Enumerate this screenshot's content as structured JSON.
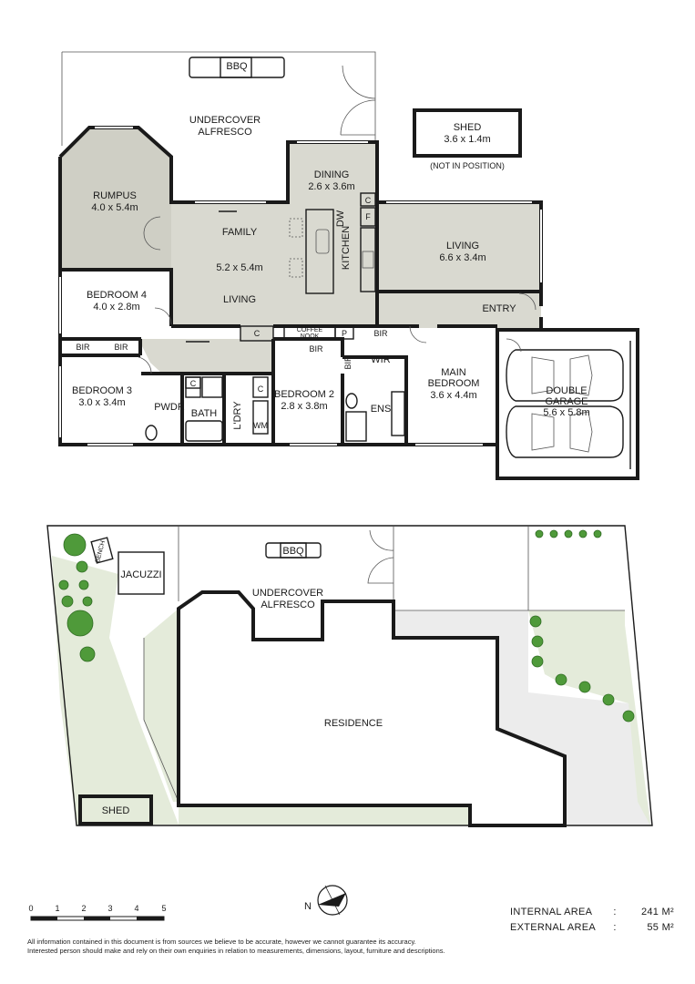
{
  "colors": {
    "room_fill": "#d9d9d0",
    "rumpus_fill": "#cfcfc5",
    "lawn": "#e4ebda",
    "paving": "#ececec",
    "tree": "#4f9a3a",
    "jacuzzi": "#dde8f3"
  },
  "floorplan": {
    "rooms": {
      "bbq": "BBQ",
      "alfresco_1": "UNDERCOVER",
      "alfresco_2": "ALFRESCO",
      "shed_title": "SHED",
      "shed_size": "3.6 x 1.4m",
      "shed_note": "(NOT IN POSITION)",
      "dining": "DINING",
      "dining_size": "2.6 x 3.6m",
      "rumpus": "RUMPUS",
      "rumpus_size": "4.0 x 5.4m",
      "family": "FAMILY",
      "family_size": "5.2 x 5.4m",
      "living_small": "LIVING",
      "kitchen": "KITCHEN",
      "dw": "DW",
      "c_pantry": "C",
      "f_fridge": "F",
      "living": "LIVING",
      "living_size": "6.6 x 3.4m",
      "entry": "ENTRY",
      "bedroom4": "BEDROOM 4",
      "bedroom4_size": "4.0 x 2.8m",
      "bir": "BIR",
      "c_hall": "C",
      "coffee_1": "COFFEE",
      "coffee_2": "NOOK",
      "p": "P",
      "wir": "WIR",
      "main_bed_1": "MAIN",
      "main_bed_2": "BEDROOM",
      "main_bed_size": "3.6 x 4.4m",
      "garage_1": "DOUBLE",
      "garage_2": "GARAGE",
      "garage_size": "5.6 x 5.8m",
      "bedroom3": "BEDROOM 3",
      "bedroom3_size": "3.0 x 3.4m",
      "c_bath": "C",
      "pwdr": "PWDR",
      "bath": "BATH",
      "ldry": "L'DRY",
      "wm": "WM",
      "c_ldry": "C",
      "bedroom2": "BEDROOM 2",
      "bedroom2_size": "2.8 x 3.8m",
      "ens": "ENS"
    }
  },
  "siteplan": {
    "bench": "BENCH",
    "jacuzzi": "JACUZZI",
    "bbq": "BBQ",
    "alfresco_1": "UNDERCOVER",
    "alfresco_2": "ALFRESCO",
    "residence": "RESIDENCE",
    "shed": "SHED"
  },
  "scale": {
    "ticks": [
      "0",
      "1",
      "2",
      "3",
      "4",
      "5"
    ]
  },
  "compass": {
    "label": "N"
  },
  "area": {
    "internal_label": "INTERNAL AREA",
    "internal_value": "241 M²",
    "external_label": "EXTERNAL AREA",
    "external_value": "55 M²",
    "separator": ":"
  },
  "disclaimer": {
    "line1": "All information contained in this document is from sources we believe to be accurate, however we cannot guarantee its accuracy.",
    "line2": "Interested person should make and rely on their own enquiries in relation to measurements, dimensions, layout, furniture and descriptions."
  }
}
